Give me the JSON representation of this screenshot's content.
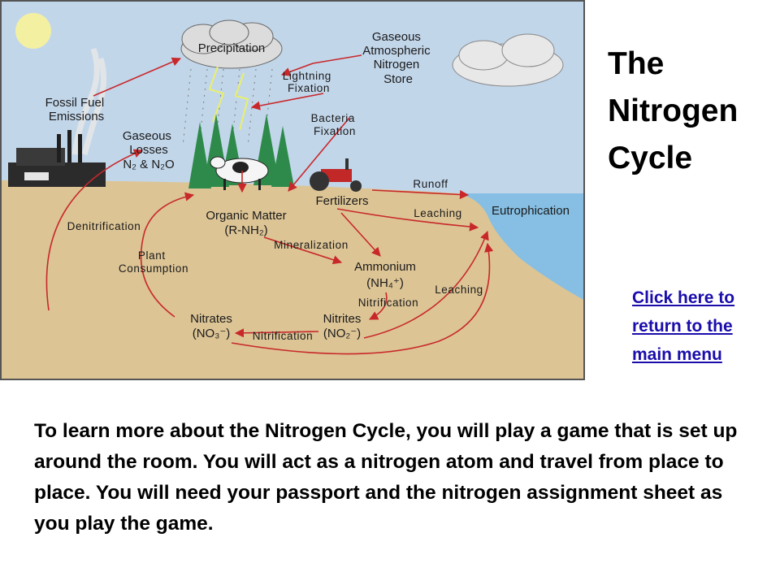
{
  "diagram": {
    "nodes": {
      "precipitation": "Precipitation",
      "gaseous_store": [
        "Gaseous",
        "Atmospheric",
        "Nitrogen",
        "Store"
      ],
      "fossil_fuel": [
        "Fossil Fuel",
        "Emissions"
      ],
      "gaseous_losses": [
        "Gaseous",
        "Losses"
      ],
      "gaseous_losses_formula": "N₂ & N₂O",
      "organic_matter": "Organic Matter",
      "organic_matter_formula": "(R-NH₂)",
      "fertilizers": "Fertilizers",
      "eutrophication": "Eutrophication",
      "ammonium": "Ammonium",
      "ammonium_formula": "(NH₄⁺)",
      "nitrates": "Nitrates",
      "nitrates_formula": "(NO₃⁻)",
      "nitrites": "Nitrites",
      "nitrites_formula": "(NO₂⁻)"
    },
    "processes": {
      "lightning_fixation": [
        "Lightning",
        "Fixation"
      ],
      "bacteria_fixation": [
        "Bacteria",
        "Fixation"
      ],
      "runoff": "Runoff",
      "leaching_top": "Leaching",
      "leaching_right": "Leaching",
      "denitrification": "Denitrification",
      "plant_consumption": [
        "Plant",
        "Consumption"
      ],
      "mineralization": "Mineralization",
      "nitrification_right": "Nitrification",
      "nitrification_bottom": "Nitrification"
    }
  },
  "title": [
    "The",
    "Nitrogen",
    "Cycle"
  ],
  "return_link": "Click here to return to the main menu",
  "description": "To learn more about the Nitrogen Cycle, you will play a game that is set up around the room.  You will act as a nitrogen atom and travel from place to place.  You will need your passport and the nitrogen assignment sheet as you play the game.",
  "colors": {
    "sky": "#c2d6ea",
    "soil": "#dcc495",
    "water": "#86bfe3",
    "arrow": "#c8282a"
  }
}
